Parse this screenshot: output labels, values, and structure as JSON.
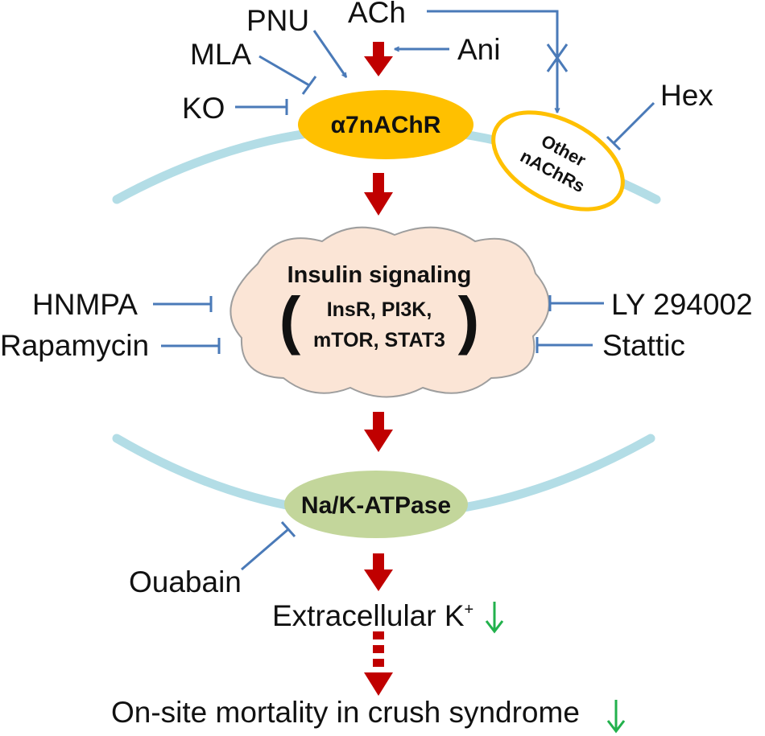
{
  "colors": {
    "membrane": "#b3dde6",
    "arrow_red": "#c00000",
    "line_blue": "#4a7ab8",
    "receptor_fill": "#ffc000",
    "atpase_fill": "#c3d69b",
    "cloud_fill": "#fbe5d6",
    "cloud_stroke": "#9e9e9e",
    "green_arrow": "#22b14c"
  },
  "nodes": {
    "a7nachr": "α7nAChR",
    "other_nachrs_line1": "Other",
    "other_nachrs_line2": "nAChRs",
    "insulin_title": "Insulin signaling",
    "insulin_line1": "InsR, PI3K,",
    "insulin_line2": "mTOR, STAT3",
    "atpase": "Na/K-ATPase"
  },
  "agents": {
    "ach": "ACh",
    "pnu": "PNU",
    "mla": "MLA",
    "ani": "Ani",
    "ko": "KO",
    "hex": "Hex",
    "hnmpa": "HNMPA",
    "rapamycin": "Rapamycin",
    "ly": "LY 294002",
    "stattic": "Stattic",
    "ouabain": "Ouabain"
  },
  "outcomes": {
    "extracellular_k": "Extracellular K",
    "k_superscript": "+",
    "mortality": "On-site mortality in crush syndrome"
  },
  "icons": [
    "activation-arrow",
    "inhibition-bar",
    "blocked-cross",
    "down-arrow"
  ]
}
